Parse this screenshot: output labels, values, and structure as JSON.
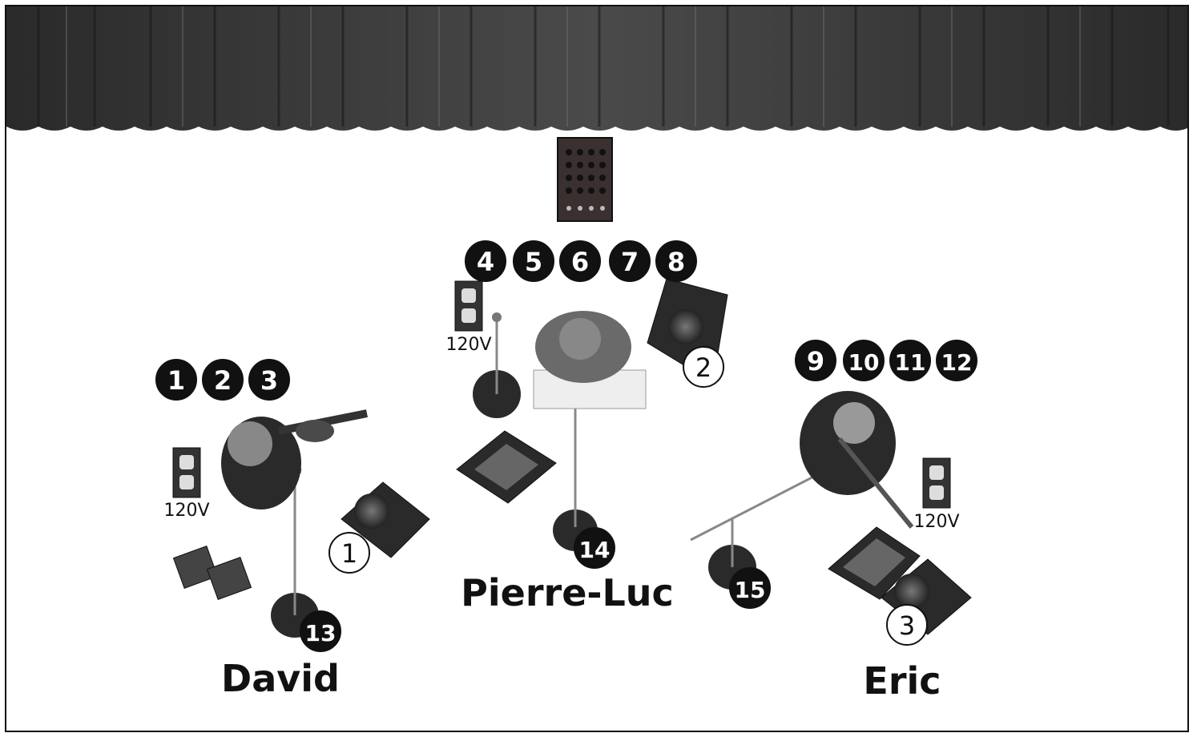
{
  "musicians": [
    {
      "name": "David"
    },
    {
      "name": "Pierre-Luc"
    },
    {
      "name": "Eric"
    }
  ],
  "channels_black": [
    "1",
    "2",
    "3",
    "4",
    "5",
    "6",
    "7",
    "8",
    "9",
    "10",
    "11",
    "12",
    "13",
    "14",
    "15"
  ],
  "monitors_white": [
    "1",
    "2",
    "3"
  ],
  "outlet_label": "120V",
  "colors": {
    "curtain": "#3a3a3a",
    "ink": "#111111",
    "border": "#111111"
  }
}
